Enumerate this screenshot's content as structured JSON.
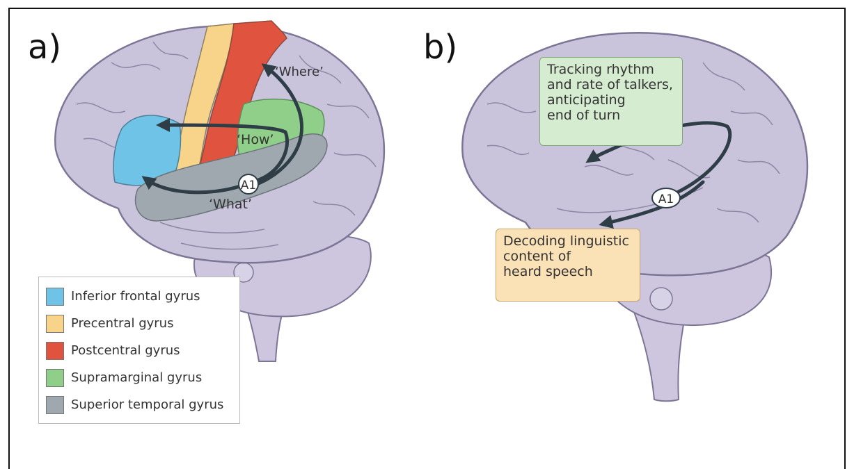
{
  "panels": {
    "a": {
      "label": "a)"
    },
    "b": {
      "label": "b)"
    }
  },
  "panel_a": {
    "arrow_labels": {
      "where": "‘Where’",
      "how": "‘How’",
      "what": "‘What’"
    },
    "node_label": "A1"
  },
  "legend": {
    "items": [
      {
        "label": "Inferior frontal gyrus",
        "color": "#6fc3e6"
      },
      {
        "label": "Precentral gyrus",
        "color": "#f8d48a"
      },
      {
        "label": "Postcentral gyrus",
        "color": "#e0533e"
      },
      {
        "label": "Supramarginal gyrus",
        "color": "#8fcf8a"
      },
      {
        "label": "Superior temporal gyrus",
        "color": "#9ea8ae"
      }
    ]
  },
  "panel_b": {
    "node_label": "A1",
    "callout_green": {
      "lines": [
        "Tracking rhythm",
        "and rate of talkers,",
        "anticipating",
        "end of turn"
      ],
      "color": "#d5ecd0"
    },
    "callout_orange": {
      "lines": [
        "Decoding linguistic",
        "content of",
        "heard speech"
      ],
      "color": "#fbe1b6"
    }
  },
  "colors": {
    "brain": "#c9c3dc",
    "brain_outline": "#7d7596",
    "arrow": "#2f3d47",
    "cerebellum": "#cdc6de"
  }
}
